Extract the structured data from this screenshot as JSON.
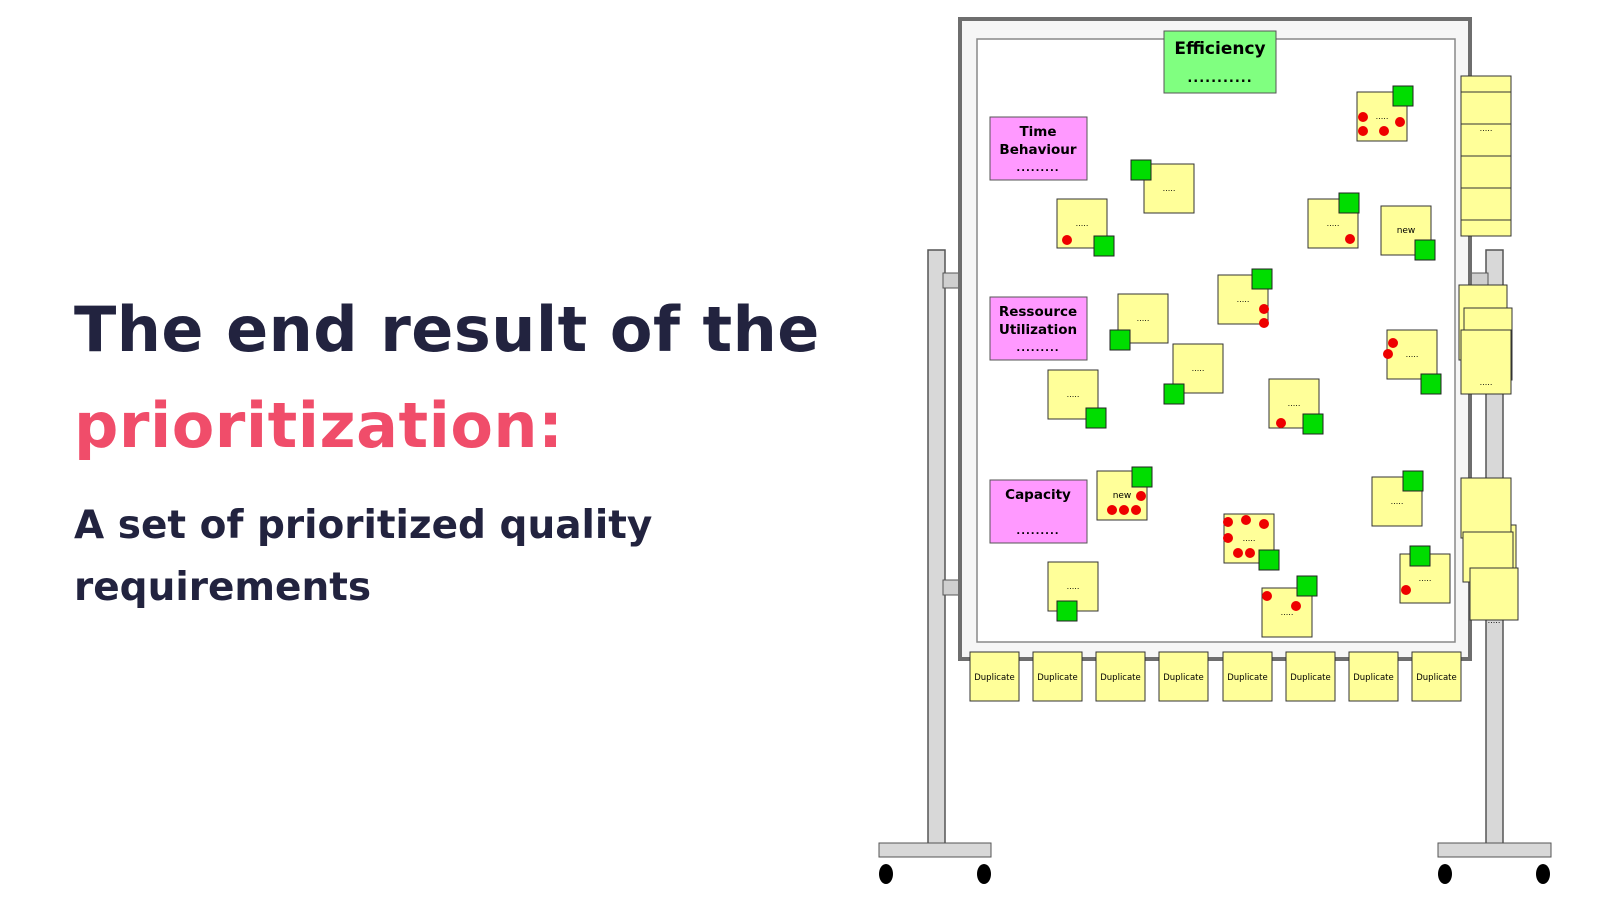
{
  "heading": {
    "line1": "The end result of the",
    "line2": "prioritization:"
  },
  "subheading": "A set of prioritized quality requirements",
  "colors": {
    "heading": "#22233f",
    "accent": "#f04d6a",
    "sticky_yellow": "#ffff99",
    "category_pink": "#ff99ff",
    "category_green": "#80ff80",
    "vote_green": "#00dd00",
    "vote_red": "#ee0000"
  },
  "board": {
    "main_category": {
      "label": "Efficiency",
      "dots": "..........."
    },
    "categories": [
      {
        "line1": "Time",
        "line2": "Behaviour",
        "dots": "........."
      },
      {
        "line1": "Ressource",
        "line2": "Utilization",
        "dots": "........."
      },
      {
        "line1": "Capacity",
        "line2": "",
        "dots": "........."
      }
    ],
    "note_placeholder": ".....",
    "new_label": "new",
    "duplicate_label": "Duplicate",
    "duplicate_count": 8
  }
}
